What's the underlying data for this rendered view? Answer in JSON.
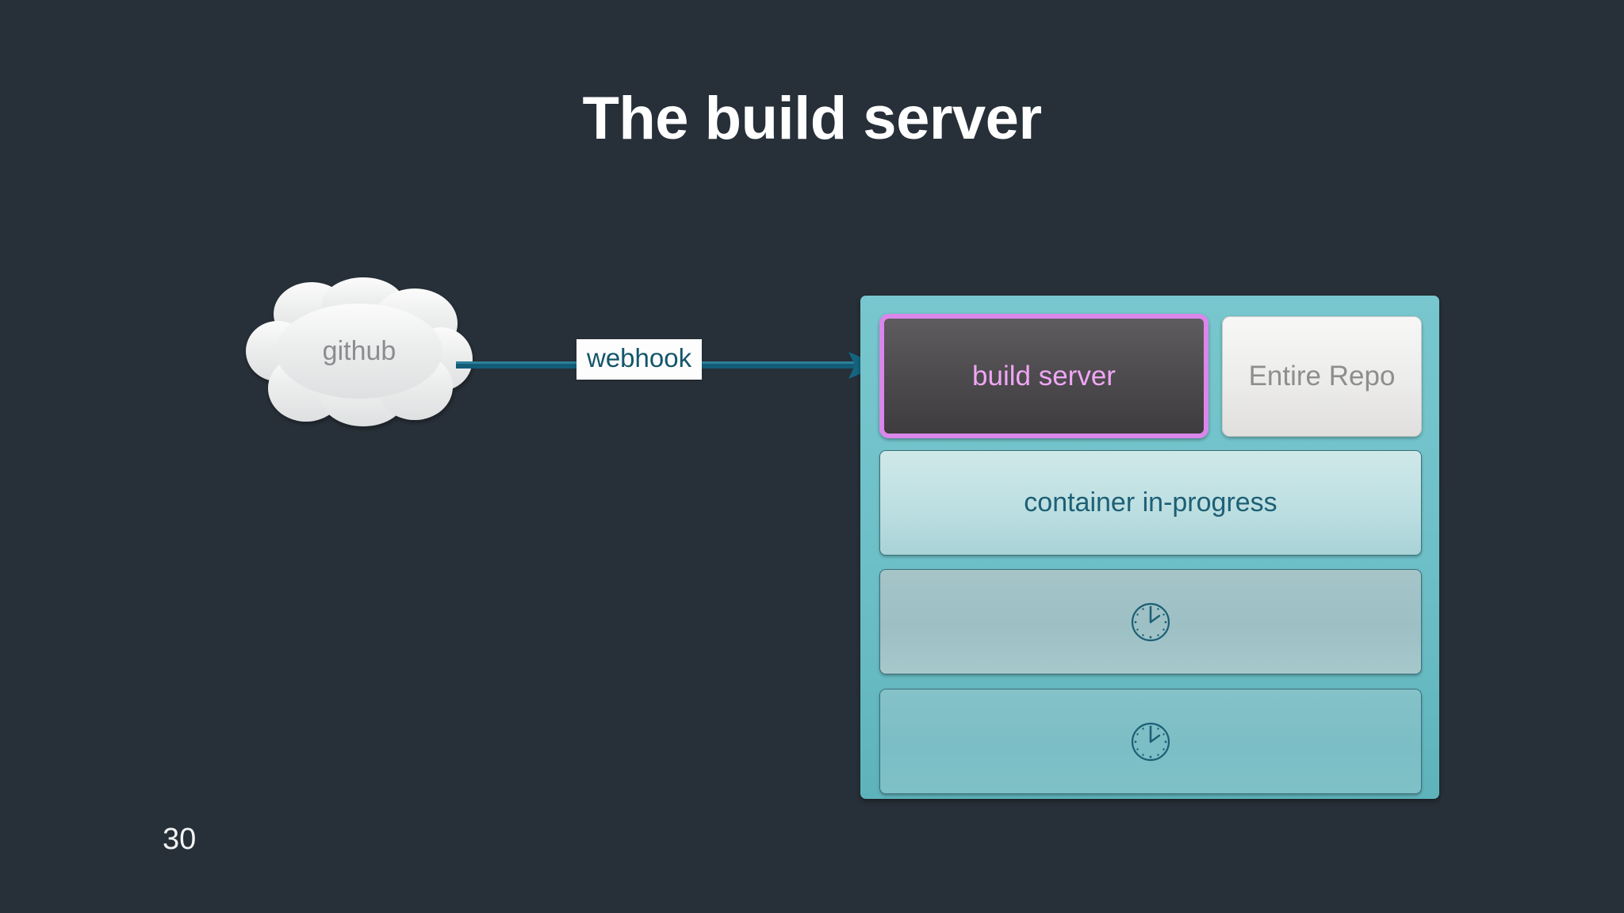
{
  "slide": {
    "title": "The build server",
    "page_number": "30",
    "background_color": "#272f38",
    "title_color": "#ffffff"
  },
  "cloud": {
    "label": "github",
    "label_color": "#8b8e90",
    "fill_color": "#eceded",
    "icon": "cloud-shape"
  },
  "connector": {
    "label": "webhook",
    "label_color": "#14566b",
    "label_background": "#fdfdfd",
    "line_color": "#17657f",
    "arrow_icon": "arrow-right-icon",
    "direction": "github-to-build-server"
  },
  "server_container": {
    "background_color": "#6dbfc7",
    "border_radius": "7px",
    "rows": [
      {
        "type": "split",
        "cells": [
          {
            "name": "build-server",
            "label": "build server",
            "text_color": "#f0a6f5",
            "border_color": "#db86ea",
            "fill_color": "#4d4b4d",
            "highlighted": true
          },
          {
            "name": "entire-repo",
            "label": "Entire Repo",
            "text_color": "#8e8e8e",
            "fill_color": "#ececea",
            "highlighted": false
          }
        ]
      },
      {
        "type": "full",
        "name": "container-in-progress",
        "label": "container in-progress",
        "text_color": "#1d5f75",
        "fill_color": "#bddfe2"
      },
      {
        "type": "full",
        "name": "queued-container-1",
        "label": "",
        "icon": "clock-icon",
        "icon_color": "#1d5f75",
        "fill_color": "#9dc0c5"
      },
      {
        "type": "full",
        "name": "queued-container-2",
        "label": "",
        "icon": "clock-icon",
        "icon_color": "#1d5f75",
        "fill_color": "#7cbec5"
      }
    ]
  }
}
